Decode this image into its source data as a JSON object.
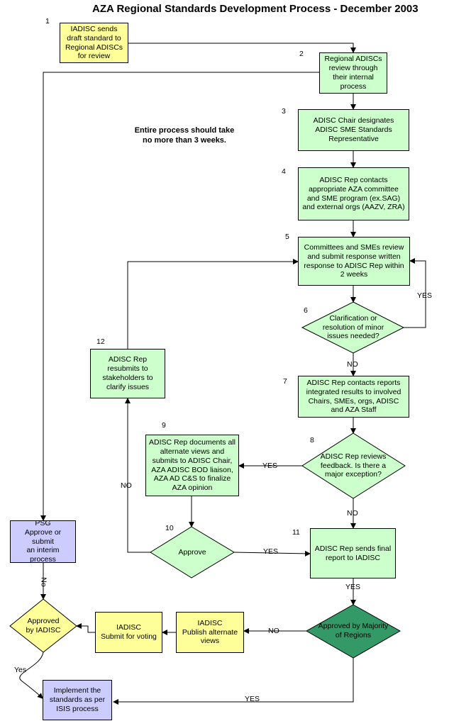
{
  "title": "AZA Regional Standards Development Process - December 2003",
  "note": "Entire process should take\nno more than 3 weeks.",
  "steps": {
    "s1": {
      "num": "1",
      "text": "IADISC sends\ndraft standard to\nRegional ADISCs\nfor review"
    },
    "s2": {
      "num": "2",
      "text": "Regional ADISCs\nreview through\ntheir internal\nprocess"
    },
    "s3": {
      "num": "3",
      "text": "ADISC Chair designates\nADISC SME Standards\nRepresentative"
    },
    "s4": {
      "num": "4",
      "text": "ADISC Rep contacts\nappropriate AZA committee\nand SME program (ex.SAG)\nand external orgs (AAZV, ZRA)"
    },
    "s5": {
      "num": "5",
      "text": "Committees and SMEs review\nand submit response written\nresponse to ADISC Rep within\n2 weeks"
    },
    "s6": {
      "num": "6",
      "text": "Clarification or\nresolution of minor\nissues needed?"
    },
    "s7": {
      "num": "7",
      "text": "ADISC Rep contacts reports\nintegrated results to involved\nChairs, SMEs, orgs, ADISC\nand AZA Staff"
    },
    "s8": {
      "num": "8",
      "text": "ADISC Rep reviews\nfeedback. Is there a\nmajor exception?"
    },
    "s9": {
      "num": "9",
      "text": "ADISC Rep documents all\nalternate views and\nsubmits to ADISC Chair,\nAZA ADISC BOD liaison,\nAZA AD C&S to finalize\nAZA opinion"
    },
    "s10": {
      "num": "10",
      "text": "Approve"
    },
    "s11": {
      "num": "11",
      "text": "ADISC Rep sends final\nreport to IADISC"
    },
    "s12": {
      "num": "12",
      "text": "ADISC Rep\nresubmits to\nstakeholders to\nclarify issues"
    },
    "psg": {
      "text": "PSG\nApprove or submit\nan interim process"
    },
    "majority": {
      "text": "Approved by Majority\nof Regions"
    },
    "publish": {
      "text": "IADISC\nPublish alternate\nviews"
    },
    "voting": {
      "text": "IADISC\nSubmit for voting"
    },
    "approved_iadisc": {
      "text": "Approved\nby IADISC"
    },
    "implement": {
      "text": "Implement the\nstandards as per\nISIS process"
    }
  },
  "edge_labels": {
    "yes_6": "YES",
    "no_6": "NO",
    "yes_8": "YES",
    "no_8": "NO",
    "no_10": "NO",
    "yes_10": "YES",
    "yes_11": "YES",
    "no_majority": "NO",
    "yes_majority": "YES",
    "no_psg": "No",
    "yes_iadisc": "Yes"
  },
  "colors": {
    "green": "#ccffcc",
    "yellow": "#ffff99",
    "lavender": "#ccccff",
    "dark_green": "#339966"
  }
}
